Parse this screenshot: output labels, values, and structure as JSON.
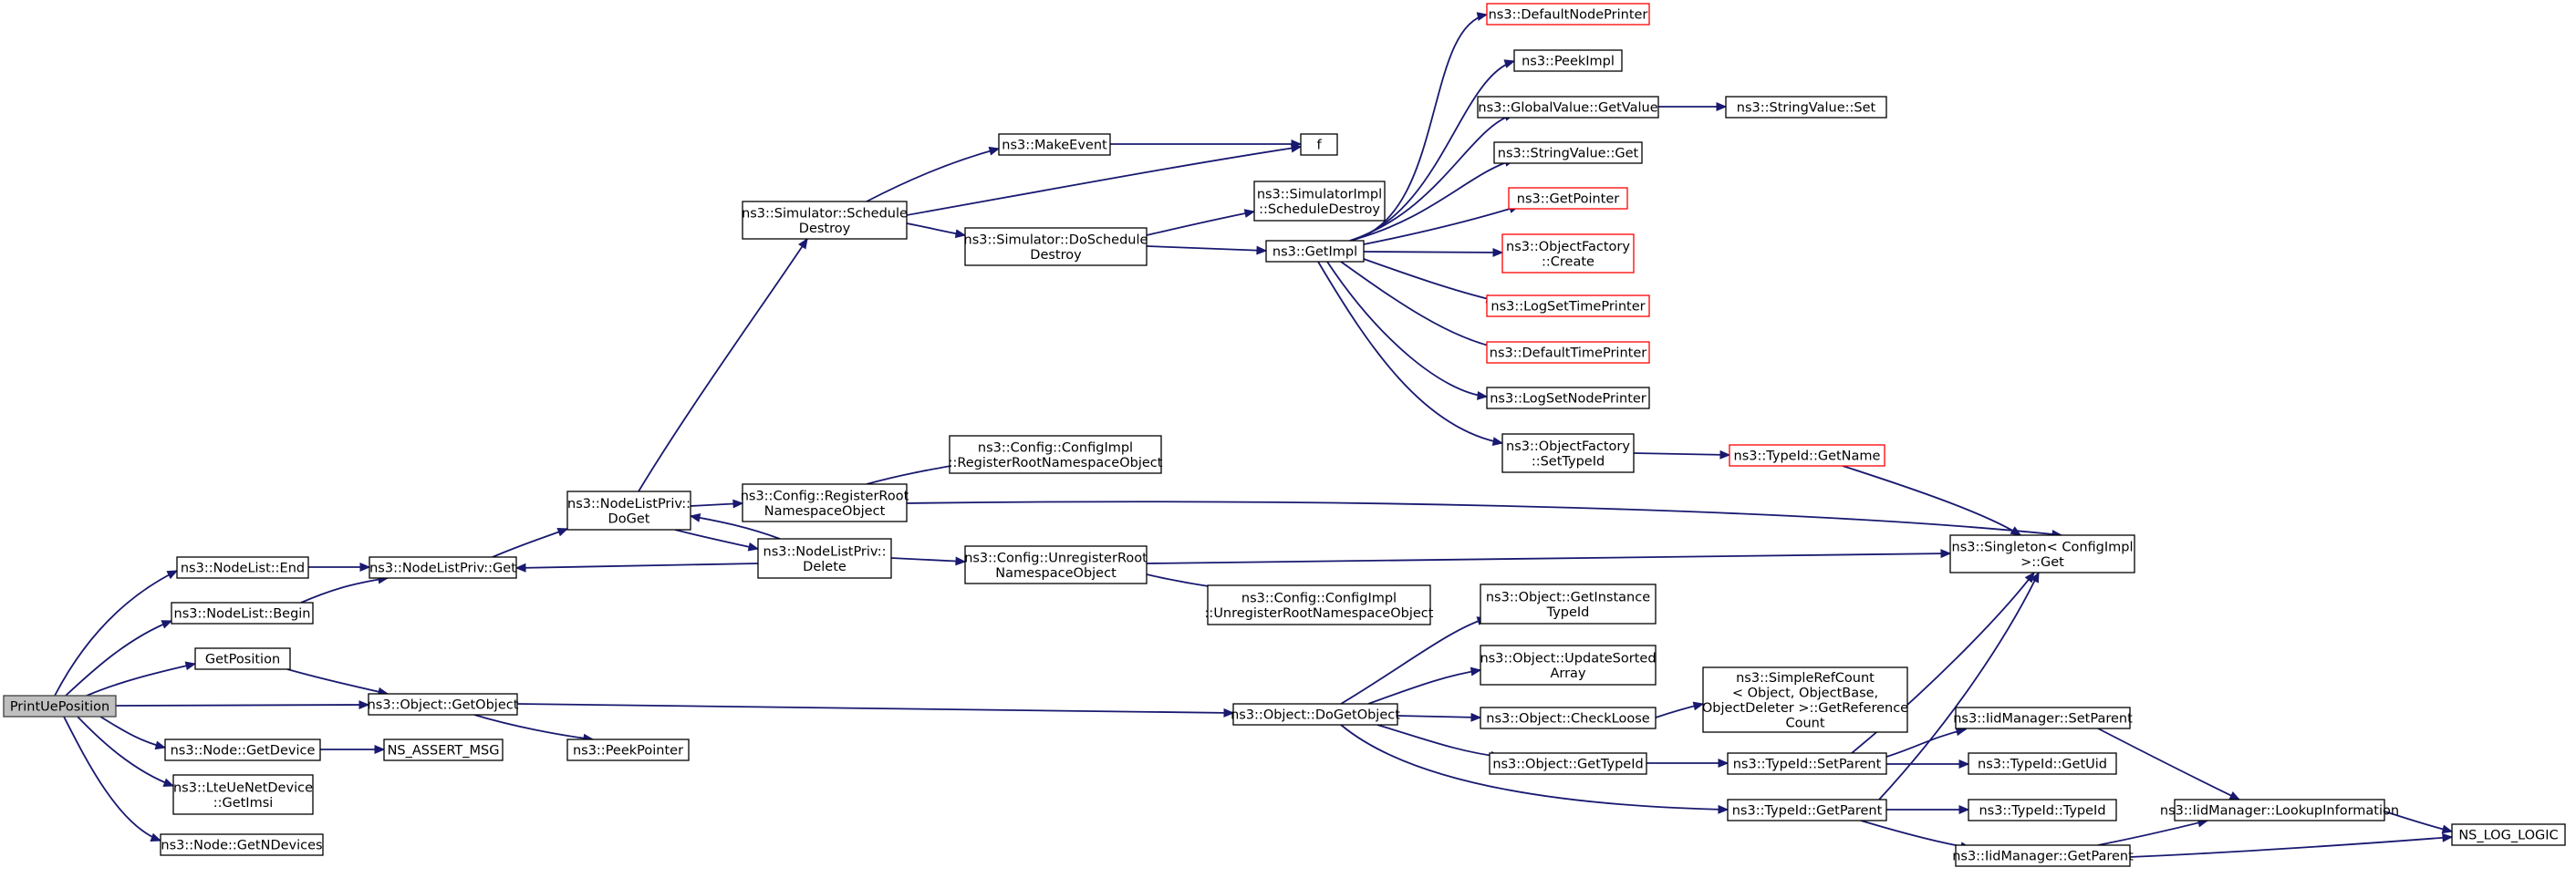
{
  "colors": {
    "edge": "#191970",
    "node_border": "#000000",
    "truncated_border": "#ff0000",
    "root_fill": "#bfbfbf"
  },
  "nodes": {
    "root": {
      "lines": [
        "PrintUePosition"
      ],
      "style": "root"
    },
    "nodelist_end": {
      "lines": [
        "ns3::NodeList::End"
      ]
    },
    "nodelist_begin": {
      "lines": [
        "ns3::NodeList::Begin"
      ]
    },
    "getposition": {
      "lines": [
        "GetPosition"
      ]
    },
    "object_getobject": {
      "lines": [
        "ns3::Object::GetObject"
      ]
    },
    "node_getdevice": {
      "lines": [
        "ns3::Node::GetDevice"
      ]
    },
    "lteue_getimsi": {
      "lines": [
        "ns3::LteUeNetDevice",
        "::GetImsi"
      ]
    },
    "node_getndevices": {
      "lines": [
        "ns3::Node::GetNDevices"
      ]
    },
    "nodelistpriv_get": {
      "lines": [
        "ns3::NodeListPriv::Get"
      ]
    },
    "ns_assert_msg": {
      "lines": [
        "NS_ASSERT_MSG"
      ]
    },
    "peekpointer": {
      "lines": [
        "ns3::PeekPointer"
      ]
    },
    "nodelistpriv_doget": {
      "lines": [
        "ns3::NodeListPriv::",
        "DoGet"
      ]
    },
    "sim_scheduledestroy": {
      "lines": [
        "ns3::Simulator::Schedule",
        "Destroy"
      ]
    },
    "config_registerroot": {
      "lines": [
        "ns3::Config::RegisterRoot",
        "NamespaceObject"
      ]
    },
    "nodelistpriv_delete": {
      "lines": [
        "ns3::NodeListPriv::",
        "Delete"
      ]
    },
    "makeevent": {
      "lines": [
        "ns3::MakeEvent"
      ]
    },
    "sim_doscheduledestroy": {
      "lines": [
        "ns3::Simulator::DoSchedule",
        "Destroy"
      ]
    },
    "configimpl_registerroot": {
      "lines": [
        "ns3::Config::ConfigImpl",
        "::RegisterRootNamespaceObject"
      ]
    },
    "config_unregisterroot": {
      "lines": [
        "ns3::Config::UnregisterRoot",
        "NamespaceObject"
      ]
    },
    "configimpl_unregisterroot": {
      "lines": [
        "ns3::Config::ConfigImpl",
        "::UnregisterRootNamespaceObject"
      ]
    },
    "f": {
      "lines": [
        "f"
      ]
    },
    "simimpl_scheduledestroy": {
      "lines": [
        "ns3::SimulatorImpl",
        "::ScheduleDestroy"
      ]
    },
    "getimpl": {
      "lines": [
        "ns3::GetImpl"
      ]
    },
    "object_dogetobject": {
      "lines": [
        "ns3::Object::DoGetObject"
      ]
    },
    "defaultnodeprinter": {
      "lines": [
        "ns3::DefaultNodePrinter"
      ],
      "style": "truncated"
    },
    "peekimpl": {
      "lines": [
        "ns3::PeekImpl"
      ]
    },
    "globalvalue_getvalue": {
      "lines": [
        "ns3::GlobalValue::GetValue"
      ]
    },
    "stringvalue_get": {
      "lines": [
        "ns3::StringValue::Get"
      ]
    },
    "getpointer": {
      "lines": [
        "ns3::GetPointer"
      ],
      "style": "truncated"
    },
    "objectfactory_create": {
      "lines": [
        "ns3::ObjectFactory",
        "::Create"
      ],
      "style": "truncated"
    },
    "logsettimeprinter": {
      "lines": [
        "ns3::LogSetTimePrinter"
      ],
      "style": "truncated"
    },
    "defaulttimeprinter": {
      "lines": [
        "ns3::DefaultTimePrinter"
      ],
      "style": "truncated"
    },
    "logsetnodeprinter": {
      "lines": [
        "ns3::LogSetNodePrinter"
      ]
    },
    "objectfactory_settypeid": {
      "lines": [
        "ns3::ObjectFactory",
        "::SetTypeId"
      ]
    },
    "object_getinstancetypeid": {
      "lines": [
        "ns3::Object::GetInstance",
        "TypeId"
      ]
    },
    "object_updatesortedarray": {
      "lines": [
        "ns3::Object::UpdateSorted",
        "Array"
      ]
    },
    "object_checkloose": {
      "lines": [
        "ns3::Object::CheckLoose"
      ]
    },
    "object_gettypeid": {
      "lines": [
        "ns3::Object::GetTypeId"
      ]
    },
    "typeid_getparent": {
      "lines": [
        "ns3::TypeId::GetParent"
      ]
    },
    "stringvalue_set": {
      "lines": [
        "ns3::StringValue::Set"
      ]
    },
    "typeid_getname": {
      "lines": [
        "ns3::TypeId::GetName"
      ],
      "style": "truncated"
    },
    "simplerefcount": {
      "lines": [
        "ns3::SimpleRefCount",
        "< Object, ObjectBase,",
        "ObjectDeleter >::GetReference",
        "Count"
      ]
    },
    "typeid_setparent": {
      "lines": [
        "ns3::TypeId::SetParent"
      ]
    },
    "singleton_get": {
      "lines": [
        "ns3::Singleton< ConfigImpl",
        " >::Get"
      ]
    },
    "iidmanager_setparent": {
      "lines": [
        "ns3::IidManager::SetParent"
      ]
    },
    "typeid_getuid": {
      "lines": [
        "ns3::TypeId::GetUid"
      ]
    },
    "typeid_typeid": {
      "lines": [
        "ns3::TypeId::TypeId"
      ]
    },
    "iidmanager_lookupinformation": {
      "lines": [
        "ns3::IidManager::LookupInformation"
      ]
    },
    "iidmanager_getparent": {
      "lines": [
        "ns3::IidManager::GetParent"
      ]
    },
    "ns_log_logic": {
      "lines": [
        "NS_LOG_LOGIC"
      ]
    }
  }
}
